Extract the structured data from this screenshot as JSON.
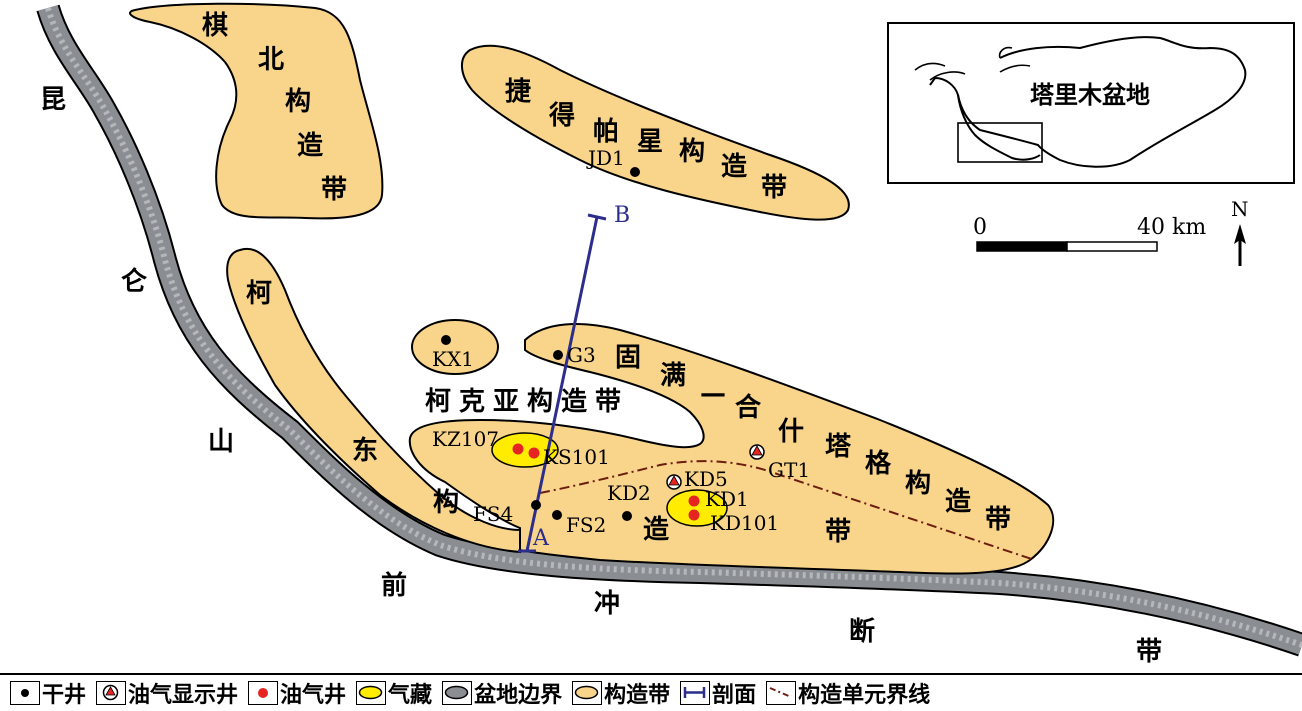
{
  "map": {
    "zones": {
      "qibei": [
        "棋",
        "北",
        "构",
        "造",
        "带"
      ],
      "jiede": [
        "捷",
        "得",
        "帕",
        "星",
        "构",
        "造",
        "带"
      ],
      "kekeya": "柯克亚构造带",
      "gumanhe": [
        "固",
        "满",
        "—",
        "合",
        "什",
        "塔",
        "格",
        "构",
        "造",
        "带"
      ],
      "kedong": [
        "柯",
        "东",
        "构",
        "造"
      ],
      "kedong_dai": "带"
    },
    "regions": {
      "kunlun": [
        "昆",
        "仑",
        "山"
      ],
      "fault": [
        "前",
        "冲",
        "断",
        "带"
      ]
    },
    "wells": {
      "jd1": "JD1",
      "kx1": "KX1",
      "g3": "G3",
      "kz107": "KZ107",
      "ks101": "KS101",
      "kd5": "KD5",
      "gt1": "GT1",
      "kd2": "KD2",
      "kd1": "KD1",
      "kd101": "KD101",
      "fs4": "FS4",
      "fs2": "FS2"
    },
    "section": {
      "start": "A",
      "end": "B"
    },
    "inset": {
      "basin": "塔里木盆地"
    },
    "scale": {
      "start": "0",
      "end": "40 km"
    },
    "north": "N"
  },
  "legend": [
    {
      "label": "干井",
      "icon": "dry-well"
    },
    {
      "label": "油气显示井",
      "icon": "oil-gas-show-well"
    },
    {
      "label": "油气井",
      "icon": "oil-gas-well"
    },
    {
      "label": "气藏",
      "icon": "gas-reservoir"
    },
    {
      "label": "盆地边界",
      "icon": "basin-boundary"
    },
    {
      "label": "构造带",
      "icon": "structural-belt"
    },
    {
      "label": "剖面",
      "icon": "section"
    },
    {
      "label": "构造单元界线",
      "icon": "unit-boundary"
    }
  ],
  "colors": {
    "structural_belt": "#f9d58c",
    "gas_reservoir": "#ffec00",
    "basin_boundary": "#8a8d92",
    "oil_gas_well": "#e52521",
    "section_line": "#2d2d8c",
    "unit_boundary": "#6b1d10"
  }
}
